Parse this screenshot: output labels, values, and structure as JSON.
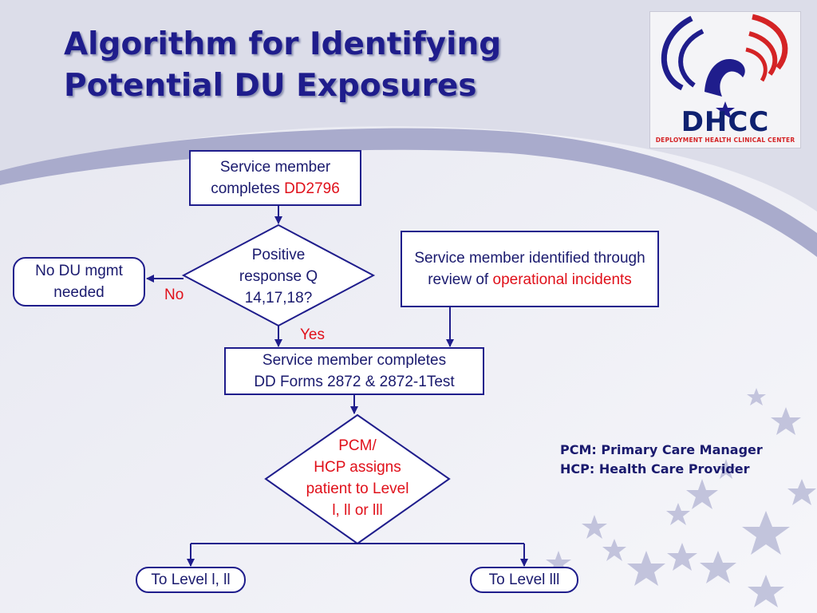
{
  "title": {
    "line1": "Algorithm for Identifying",
    "line2": "Potential DU Exposures"
  },
  "logo": {
    "acronym": "DHCC",
    "name": "DEPLOYMENT HEALTH CLINICAL CENTER"
  },
  "colors": {
    "text_blue": "#1a1a6e",
    "accent_red": "#e0101a",
    "title_blue": "#1f1d8c"
  },
  "flow": {
    "start": {
      "text": "Service member completes ",
      "highlight": "DD2796"
    },
    "decision1": {
      "line1": "Positive",
      "line2": "response Q",
      "line3": "14,17,18?"
    },
    "no_branch": {
      "label": "No",
      "line1": "No DU mgmt",
      "line2": "needed"
    },
    "yes_label": "Yes",
    "review": {
      "text": "Service member identified through review of ",
      "highlight": "operational incidents"
    },
    "forms": {
      "line1": "Service member completes",
      "line2": "DD Forms 2872 & 2872-1Test"
    },
    "decision2": {
      "line1": "PCM/",
      "line2": "HCP assigns",
      "line3": "patient to Level",
      "line4": "l, ll or lll"
    },
    "out_left": "To Level l, ll",
    "out_right": "To Level lll"
  },
  "legend": {
    "pcm": "PCM: Primary Care Manager",
    "hcp": "HCP: Health Care Provider"
  }
}
